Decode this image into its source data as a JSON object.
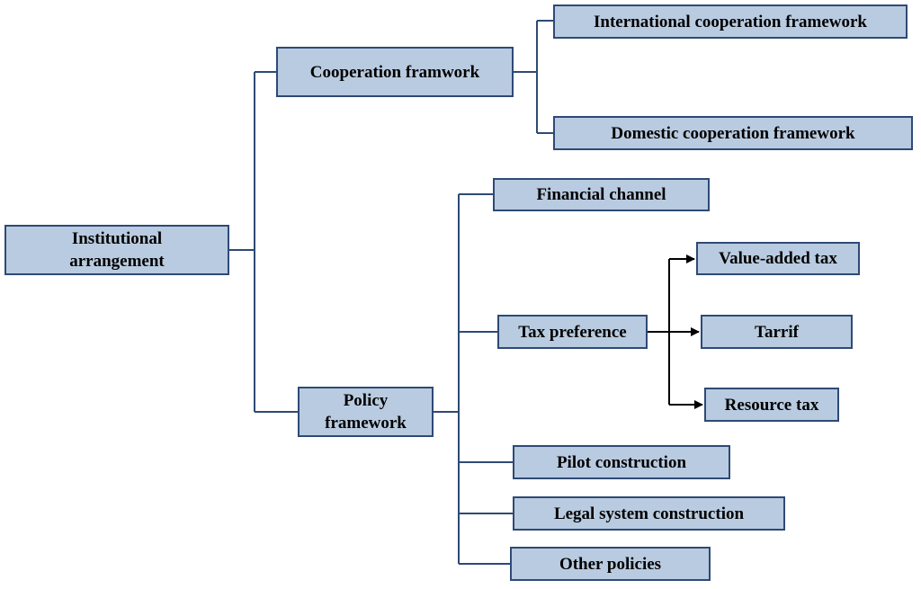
{
  "diagram": {
    "colors": {
      "box_fill": "#b9cbe0",
      "box_border": "#2e4a75",
      "connector": "#2e4a75",
      "arrow": "#000000"
    },
    "nodes": {
      "root": "Institutional\narrangement",
      "cooperation": "Cooperation framwork",
      "international": "International cooperation framework",
      "domestic": "Domestic cooperation framework",
      "policy": "Policy\nframework",
      "financial": "Financial channel",
      "tax": "Tax preference",
      "vat": "Value-added tax",
      "tarrif": "Tarrif",
      "resource": "Resource tax",
      "pilot": "Pilot construction",
      "legal": "Legal system construction",
      "other": "Other policies"
    }
  }
}
